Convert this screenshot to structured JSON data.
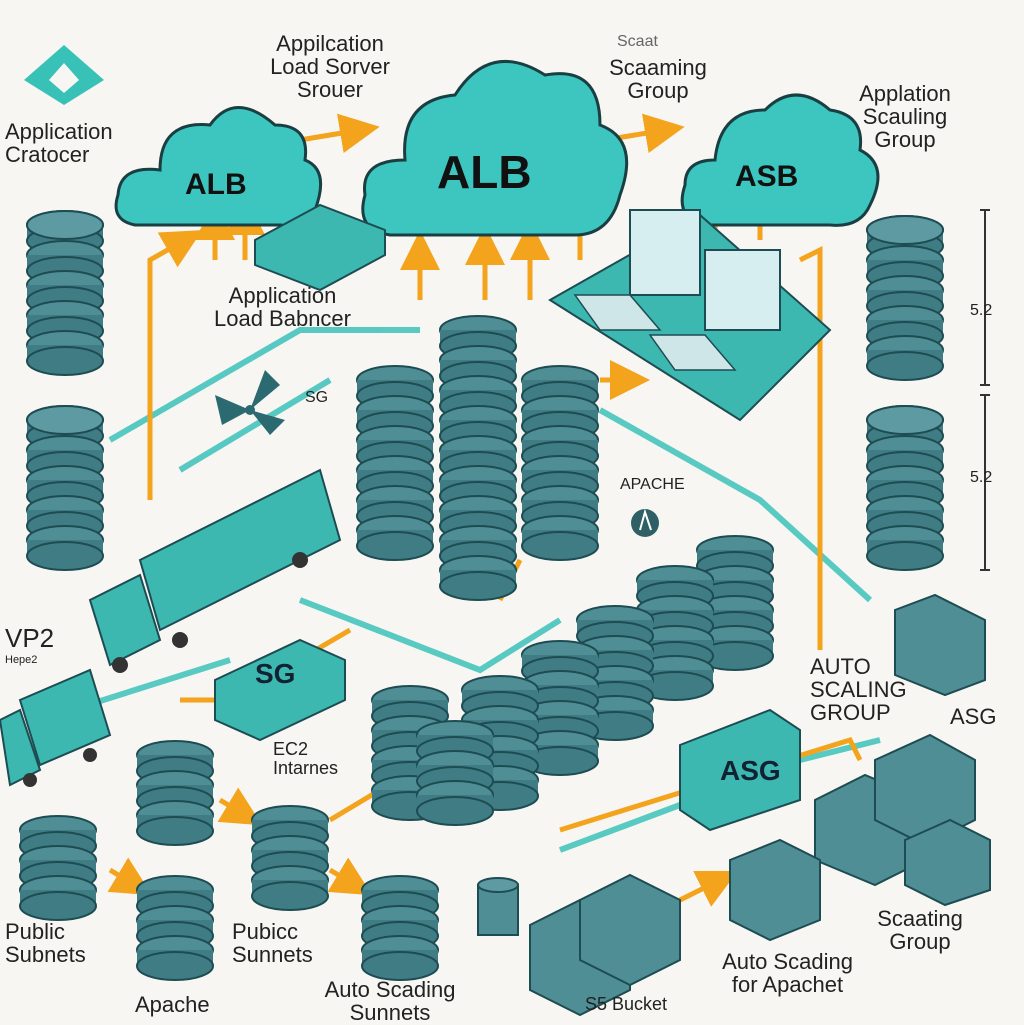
{
  "labels": {
    "logo_caption": "Application\nCratocer",
    "alb_left_caption": "Appilcation\nLoad Sorver\nSrouer",
    "scaling_group_top": "Scaaming\nGroup",
    "scaling_group_top_small": "Scaat",
    "appl_scaling_group": "Applation\nScauling\nGroup",
    "load_balancer": "Application\nLoad Babncer",
    "sg_top": "SG",
    "apache_mid": "Apache",
    "vp2": "VP2",
    "vp2_small": "Hepe2",
    "ec2": "EC2\nIntarnes",
    "auto_scaling_group_right": "Auto\nScaling\nGroup",
    "asg_right": "ASG",
    "scaling_group_bottom": "Scaating\nGroup",
    "auto_scaling_apache": "Auto Scading\nfor Apachet",
    "s3_bucket": "S5 Bucket",
    "auto_scading_subnets": "Auto Scading\nSunnets",
    "public_subnets_1": "Public\nSubnets",
    "public_subnets_2": "Pubicc\nSunnets",
    "apache_bottom": "Apache",
    "scale_top": "5.2",
    "scale_bottom": "5.2"
  },
  "clouds": {
    "left": "ALB",
    "center": "ALB",
    "right": "ASB"
  },
  "boxes": {
    "sg_box": "SG",
    "asg_box": "ASG"
  },
  "colors": {
    "teal": "#34c3bb",
    "teal_dark": "#1f6f75",
    "orange": "#f3a31c",
    "slate": "#5b8d96"
  }
}
